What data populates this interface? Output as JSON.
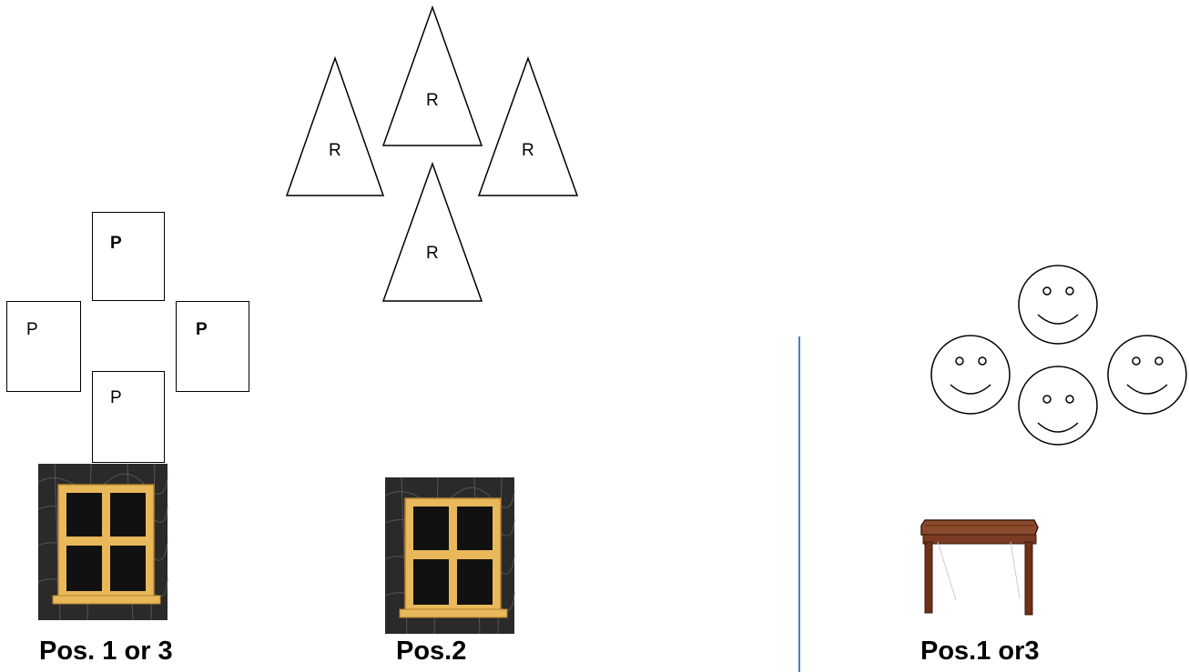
{
  "triangles": [
    {
      "label": "R"
    },
    {
      "label": "R"
    },
    {
      "label": "R"
    },
    {
      "label": "R"
    }
  ],
  "boxes": [
    {
      "label": "P",
      "bold": true
    },
    {
      "label": "P",
      "bold": false
    },
    {
      "label": "P",
      "bold": true
    },
    {
      "label": "P",
      "bold": false
    }
  ],
  "captions": {
    "left": "Pos. 1 or 3",
    "middle": "Pos.2",
    "right": "Pos.1 or3"
  },
  "colors": {
    "divider": "#4a7fc1",
    "window_frame": "#e8b85a",
    "wall": "#2a2a2a",
    "table_wood": "#7a3b22"
  },
  "icons": [
    "window-picture",
    "window-picture",
    "table-picture",
    "smiley-face"
  ]
}
